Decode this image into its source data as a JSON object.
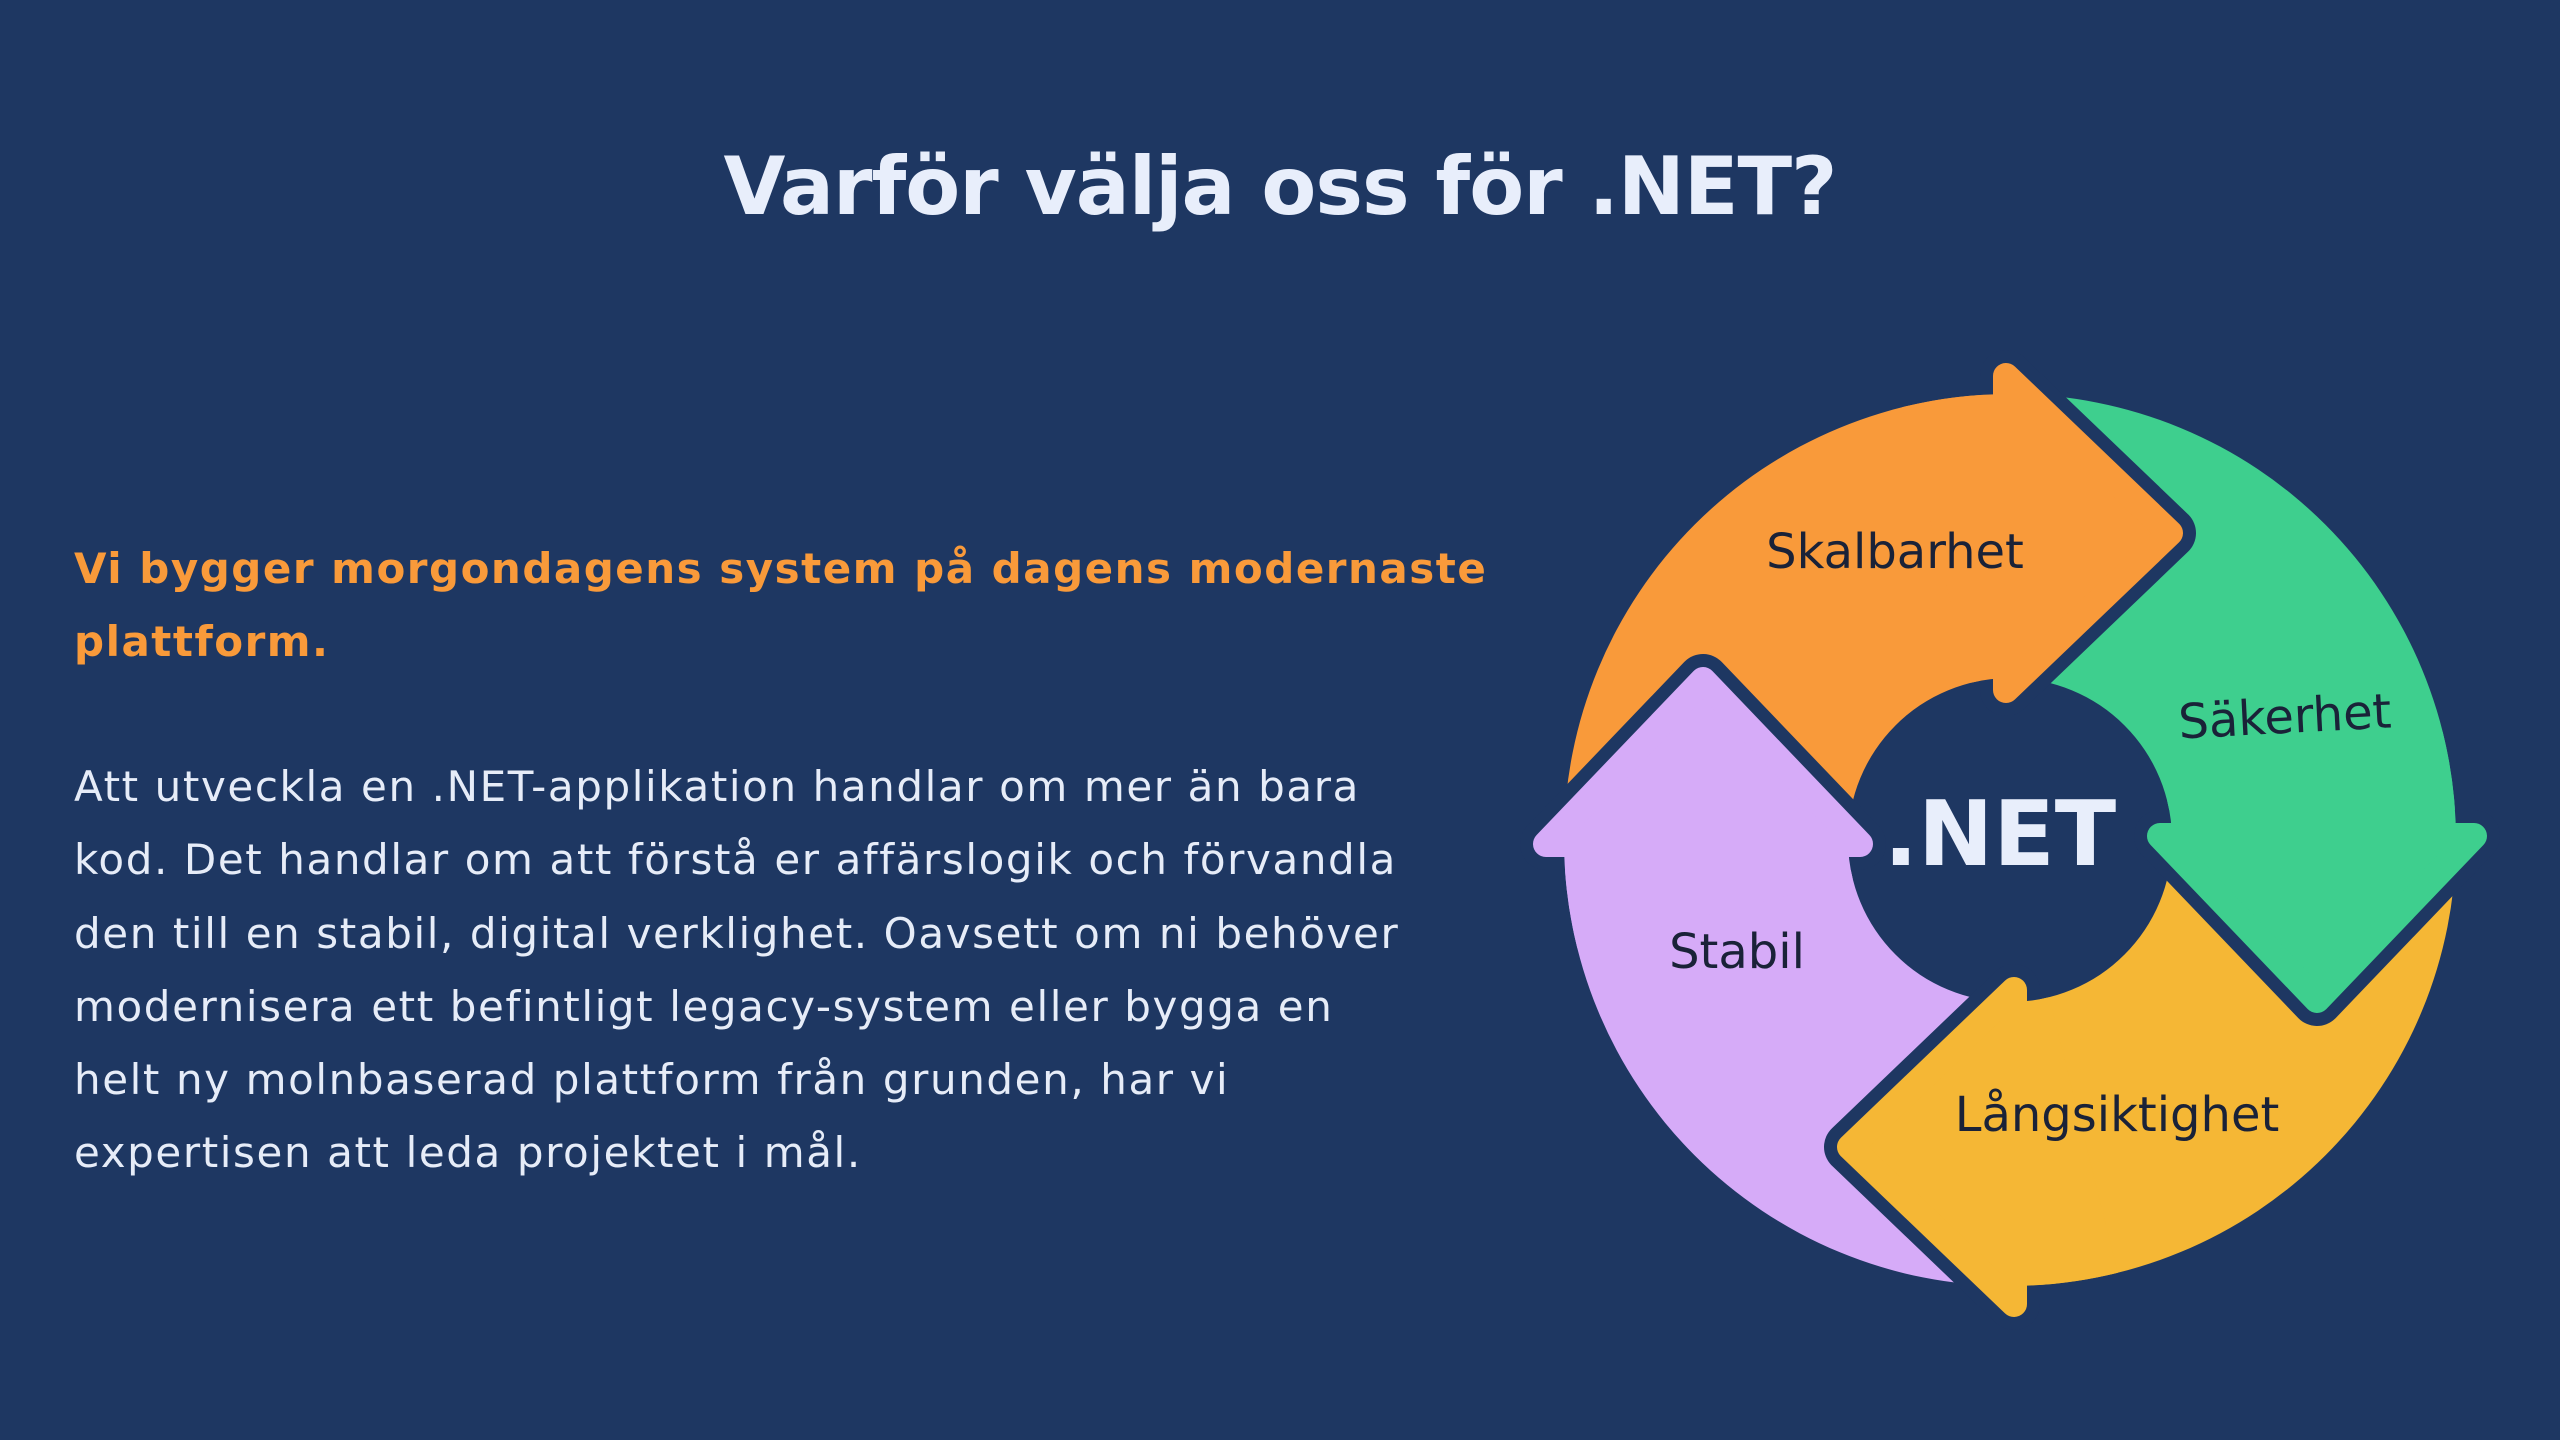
{
  "title": "Varför välja oss för .NET?",
  "lead_lines": [
    "Vi bygger morgondagens system på dagens modernaste",
    "plattform."
  ],
  "body_lines": [
    "Att utveckla en .NET-applikation handlar om mer än bara",
    "kod. Det handlar om att förstå er affärslogik och förvandla",
    "den till en stabil, digital verklighet. Oavsett om ni behöver",
    "modernisera ett befintligt legacy-system eller bygga en",
    "helt ny molnbaserad plattform från grunden, har vi",
    "expertisen att leda projektet i mål."
  ],
  "diagram": {
    "center_label": ".NET",
    "segments": [
      {
        "label": "Skalbarhet",
        "color": "#f99a3a"
      },
      {
        "label": "Säkerhet",
        "color": "#3ecf8e"
      },
      {
        "label": "Långsiktighet",
        "color": "#f5b735"
      },
      {
        "label": "Stabil",
        "color": "#d6abf8"
      }
    ],
    "background": "#1e3762"
  }
}
